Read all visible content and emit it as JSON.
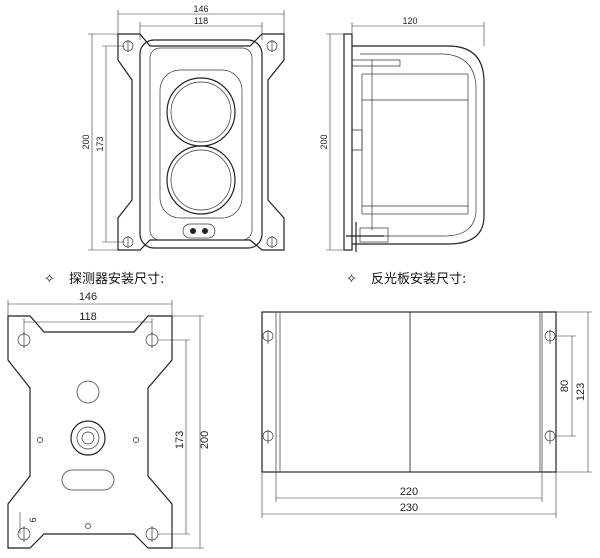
{
  "captions": {
    "detector_bullet": "✧",
    "detector": "探测器安装尺寸:",
    "reflector_bullet": "✧",
    "reflector": "反光板安装尺寸:"
  },
  "front_view": {
    "width_outer": "146",
    "width_inner": "118",
    "height_outer": "200",
    "height_inner": "173"
  },
  "side_view": {
    "depth": "120",
    "height": "200"
  },
  "plate_view": {
    "width_outer": "146",
    "width_inner": "118",
    "height_inner": "173",
    "height_outer": "200",
    "small": "6"
  },
  "reflector_view": {
    "width_inner": "220",
    "width_outer": "230",
    "height_inner": "80",
    "height_outer": "123"
  }
}
